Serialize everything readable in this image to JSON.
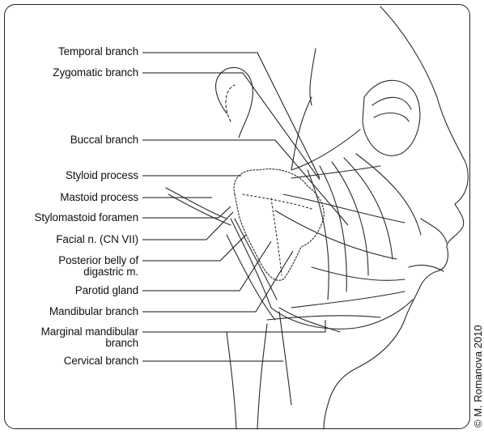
{
  "labels": {
    "temporal": "Temporal branch",
    "zygomatic": "Zygomatic branch",
    "buccal": "Buccal branch",
    "styloid": "Styloid process",
    "mastoid": "Mastoid process",
    "stylomastoid": "Stylomastoid foramen",
    "facial": "Facial n. (CN VII)",
    "digastric_line1": "Posterior belly of",
    "digastric_line2": "digastric m.",
    "parotid": "Parotid gland",
    "mandibular": "Mandibular branch",
    "marginal_line1": "Marginal mandibular",
    "marginal_line2": "branch",
    "cervical": "Cervical branch"
  },
  "copyright": "© M. Romanova 2010",
  "colors": {
    "line": "#1a1a1a",
    "border": "#222222"
  }
}
